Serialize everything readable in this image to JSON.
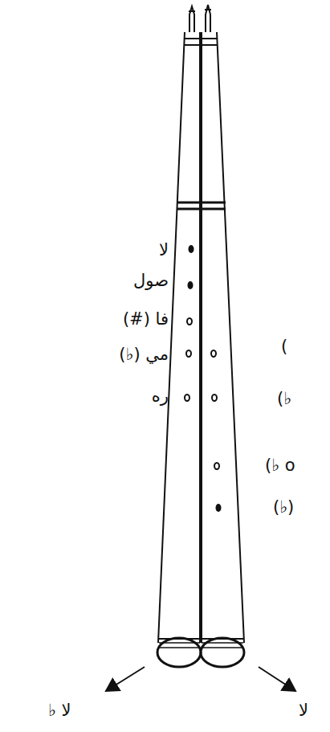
{
  "diagram": {
    "labels": [
      "لا",
      "صول",
      "فا (#)",
      "مي (♭)",
      "ره",
      "(",
      "(♭",
      "(♭ o",
      "(♭)",
      "لا ♭",
      "لا"
    ]
  }
}
